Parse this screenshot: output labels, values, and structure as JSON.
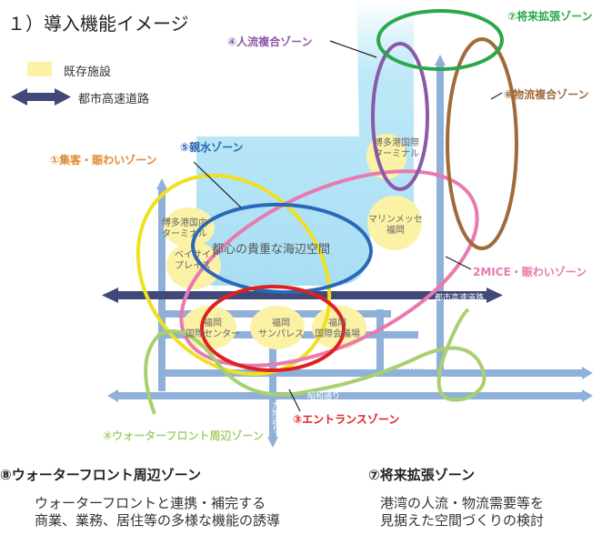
{
  "title": "１）導入機能イメージ",
  "legend": {
    "existing": "既存施設",
    "expressway": "都市高速道路"
  },
  "zones": {
    "z1": "①集客・賑わいゾーン",
    "z2": "2MICE・賑わいゾーン",
    "z3": "③エントランスゾーン",
    "z4": "④人流複合ゾーン",
    "z5": "⑤親水ゾーン",
    "z6": "⑥物流複合ゾーン",
    "z7": "⑦将来拡張ゾーン",
    "z8": "⑧ウォーターフロント周辺ゾーン"
  },
  "facilities": {
    "domestic": [
      "博多港国内",
      "ターミナル"
    ],
    "international": [
      "博多港国際",
      "ターミナル"
    ],
    "marine": [
      "マリンメッセ",
      "福岡"
    ],
    "bayside": [
      "ベイサイド",
      "プレイス"
    ],
    "center": [
      "福岡",
      "国際センター"
    ],
    "sunpalace": [
      "福岡",
      "サンパレス"
    ],
    "congress": [
      "福岡",
      "国際会議場"
    ]
  },
  "center_label": "都心の貴重な海辺空間",
  "roads": {
    "expressway_label": "都市高速道路",
    "street": "昭和通り",
    "avenue": "大博通り"
  },
  "sections": {
    "left": {
      "title": "⑧ウォーターフロント周辺ゾーン",
      "lines": [
        "ウォーターフロントと連携・補完する",
        "商業、業務、居住等の多様な機能の誘導"
      ]
    },
    "right": {
      "title": "⑦将来拡張ゾーン",
      "lines": [
        "港湾の人流・物流需要等を",
        "見据えた空間づくりの検討"
      ]
    }
  },
  "colors": {
    "z1": "#f0e020",
    "z2": "#e87ab0",
    "z3": "#e02020",
    "z4": "#8a5aa8",
    "z5": "#2a68b8",
    "z6": "#a06a3a",
    "z7": "#2aa84a",
    "z8": "#a8d070",
    "road": "#8fb0d8",
    "expressway": "#404a7a",
    "facility": "#fbf2a6"
  }
}
